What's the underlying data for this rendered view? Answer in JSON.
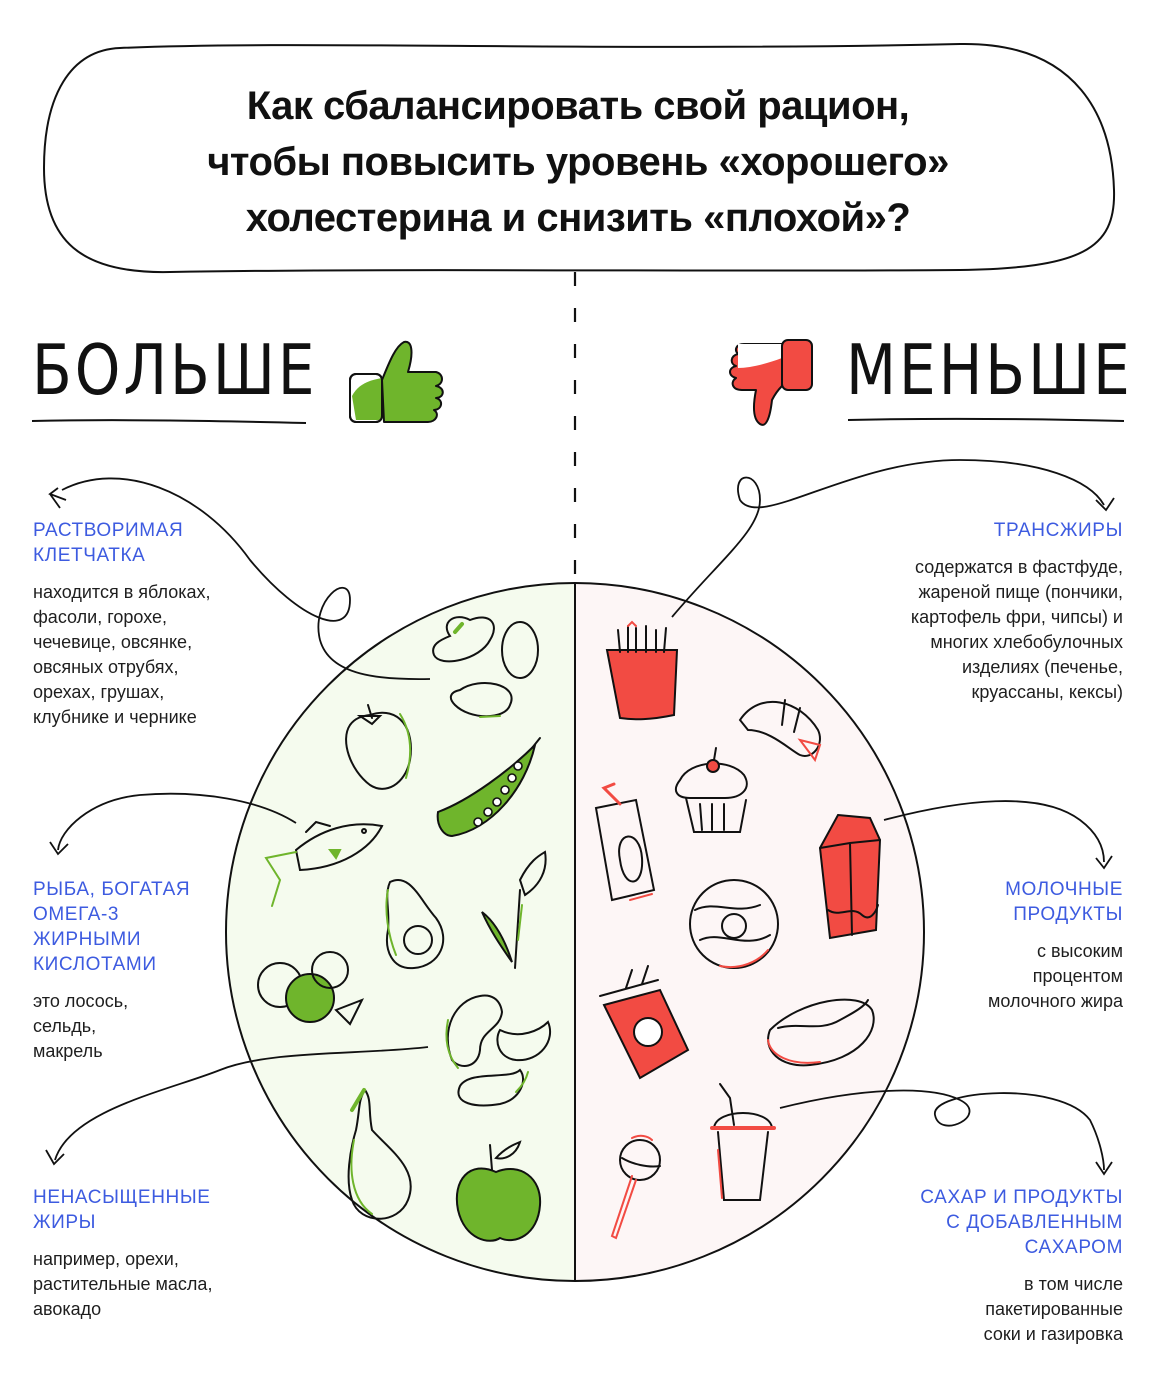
{
  "title": {
    "lines": [
      "Как сбалансировать свой рацион,",
      "чтобы повысить уровень «хорошего»",
      "холестерина и снизить «плохой»?"
    ]
  },
  "more": {
    "label": "БОЛЬШЕ",
    "icon": "thumbs-up-icon",
    "color": "#6fb52c",
    "items": [
      {
        "heading": [
          "РАСТВОРИМАЯ",
          "КЛЕТЧАТКА"
        ],
        "body": [
          "находится в яблоках,",
          "фасоли, горохе,",
          "чечевице, овсянке,",
          "овсяных отрубях,",
          "орехах, грушах,",
          "клубнике и чернике"
        ]
      },
      {
        "heading": [
          "РЫБА, БОГАТАЯ",
          "ОМЕГА-3",
          "ЖИРНЫМИ",
          "КИСЛОТАМИ"
        ],
        "body": [
          "это лосось,",
          "сельдь,",
          "макрель"
        ]
      },
      {
        "heading": [
          "НЕНАСЫЩЕННЫЕ",
          "ЖИРЫ"
        ],
        "body": [
          "например, орехи,",
          "растительные масла,",
          "авокадо"
        ]
      }
    ],
    "foods": [
      "beans-icon",
      "strawberry-icon",
      "pea-pod-icon",
      "fish-icon",
      "avocado-icon",
      "wheat-icon",
      "blueberries-icon",
      "cashews-icon",
      "pear-icon",
      "apple-icon"
    ]
  },
  "less": {
    "label": "МЕНЬШЕ",
    "icon": "thumbs-down-icon",
    "color": "#f24b43",
    "items": [
      {
        "heading": [
          "ТРАНСЖИРЫ"
        ],
        "body": [
          "содержатся в фастфуде,",
          "жареной пище (пончики,",
          "картофель фри, чипсы) и",
          "многих хлебобулочных",
          "изделиях (печенье,",
          "круассаны, кексы)"
        ]
      },
      {
        "heading": [
          "МОЛОЧНЫЕ",
          "ПРОДУКТЫ"
        ],
        "body": [
          "с высоким",
          "процентом",
          "молочного жира"
        ]
      },
      {
        "heading": [
          "САХАР И ПРОДУКТЫ",
          "С ДОБАВЛЕННЫМ",
          "САХАРОМ"
        ],
        "body": [
          "в том числе",
          "пакетированные",
          "соки и газировка"
        ]
      }
    ],
    "foods": [
      "french-fries-icon",
      "croissant-icon",
      "cupcake-icon",
      "juice-box-icon",
      "milk-carton-icon",
      "donut-icon",
      "chips-bag-icon",
      "hot-dog-icon",
      "soda-cup-icon",
      "lollipop-icon"
    ]
  },
  "colors": {
    "heading_blue": "#3d5be0",
    "green_bg": "#f5fbee",
    "red_bg": "#fdf6f6"
  }
}
